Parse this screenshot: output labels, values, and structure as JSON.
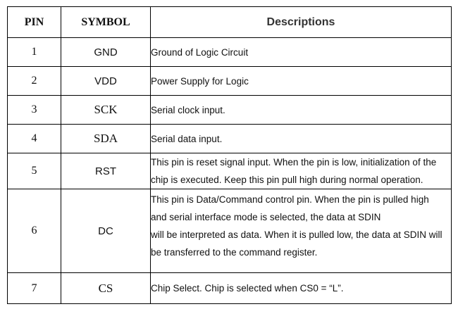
{
  "headers": {
    "pin": "PIN",
    "symbol": "SYMBOL",
    "descriptions": "Descriptions"
  },
  "rows": [
    {
      "pin": "1",
      "symbol": "GND",
      "description": [
        "Ground of Logic Circuit"
      ]
    },
    {
      "pin": "2",
      "symbol": "VDD",
      "description": [
        "Power Supply for Logic"
      ]
    },
    {
      "pin": "3",
      "symbol": "SCK",
      "description": [
        "Serial clock input."
      ]
    },
    {
      "pin": "4",
      "symbol": "SDA",
      "description": [
        "Serial data input."
      ]
    },
    {
      "pin": "5",
      "symbol": "RST",
      "description": [
        "This pin is reset signal input. When the pin is low, initialization of the",
        "chip is executed. Keep this pin pull high during normal operation."
      ]
    },
    {
      "pin": "6",
      "symbol": "DC",
      "description": [
        "This pin is Data/Command control pin. When the pin is pulled high",
        "and serial interface mode is selected, the data at SDIN",
        "will be interpreted as data. When it is pulled low, the data at SDIN will",
        "be transferred to the command register."
      ]
    },
    {
      "pin": "7",
      "symbol": "CS",
      "description": [
        "Chip Select. Chip is selected when CS0 = “L”."
      ]
    }
  ]
}
